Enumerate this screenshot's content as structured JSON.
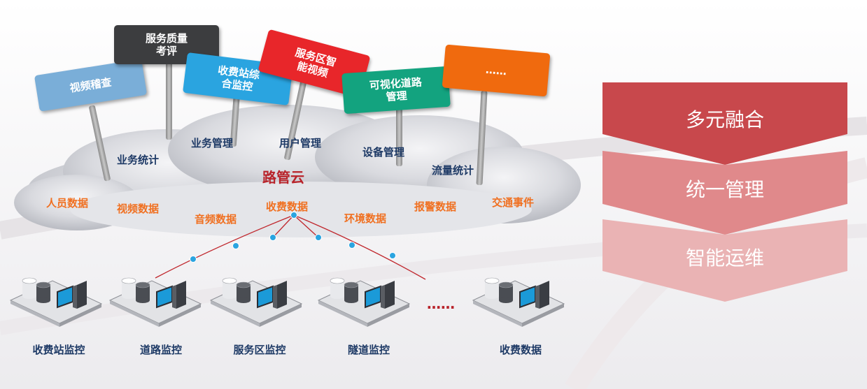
{
  "signs": [
    {
      "id": "video-audit",
      "text": "视频稽查",
      "color": "#7aaed8"
    },
    {
      "id": "service-eval",
      "text": "服务质量\n考评",
      "color": "#3c3d3f"
    },
    {
      "id": "toll-monitor",
      "text": "收费站综\n合监控",
      "color": "#2aa4e0"
    },
    {
      "id": "service-video",
      "text": "服务区智\n能视频",
      "color": "#e8262a"
    },
    {
      "id": "road-vis",
      "text": "可视化道路\n管理",
      "color": "#13a37f"
    },
    {
      "id": "more",
      "text": "……",
      "color": "#f06a0e"
    }
  ],
  "cloud": {
    "title": "路管云",
    "blue_labels": [
      "业务统计",
      "业务管理",
      "用户管理",
      "设备管理",
      "流量统计"
    ],
    "orange_labels": [
      "人员数据",
      "视频数据",
      "音频数据",
      "收费数据",
      "环境数据",
      "报警数据",
      "交通事件"
    ]
  },
  "nodes": [
    "收费站监控",
    "道路监控",
    "服务区监控",
    "隧道监控",
    "收费数据"
  ],
  "nodes_ellipsis": "……",
  "chevrons": [
    {
      "text": "多元融合",
      "color": "#c8484c"
    },
    {
      "text": "统一管理",
      "color": "#e0898b"
    },
    {
      "text": "智能运维",
      "color": "#eab3b4"
    }
  ]
}
